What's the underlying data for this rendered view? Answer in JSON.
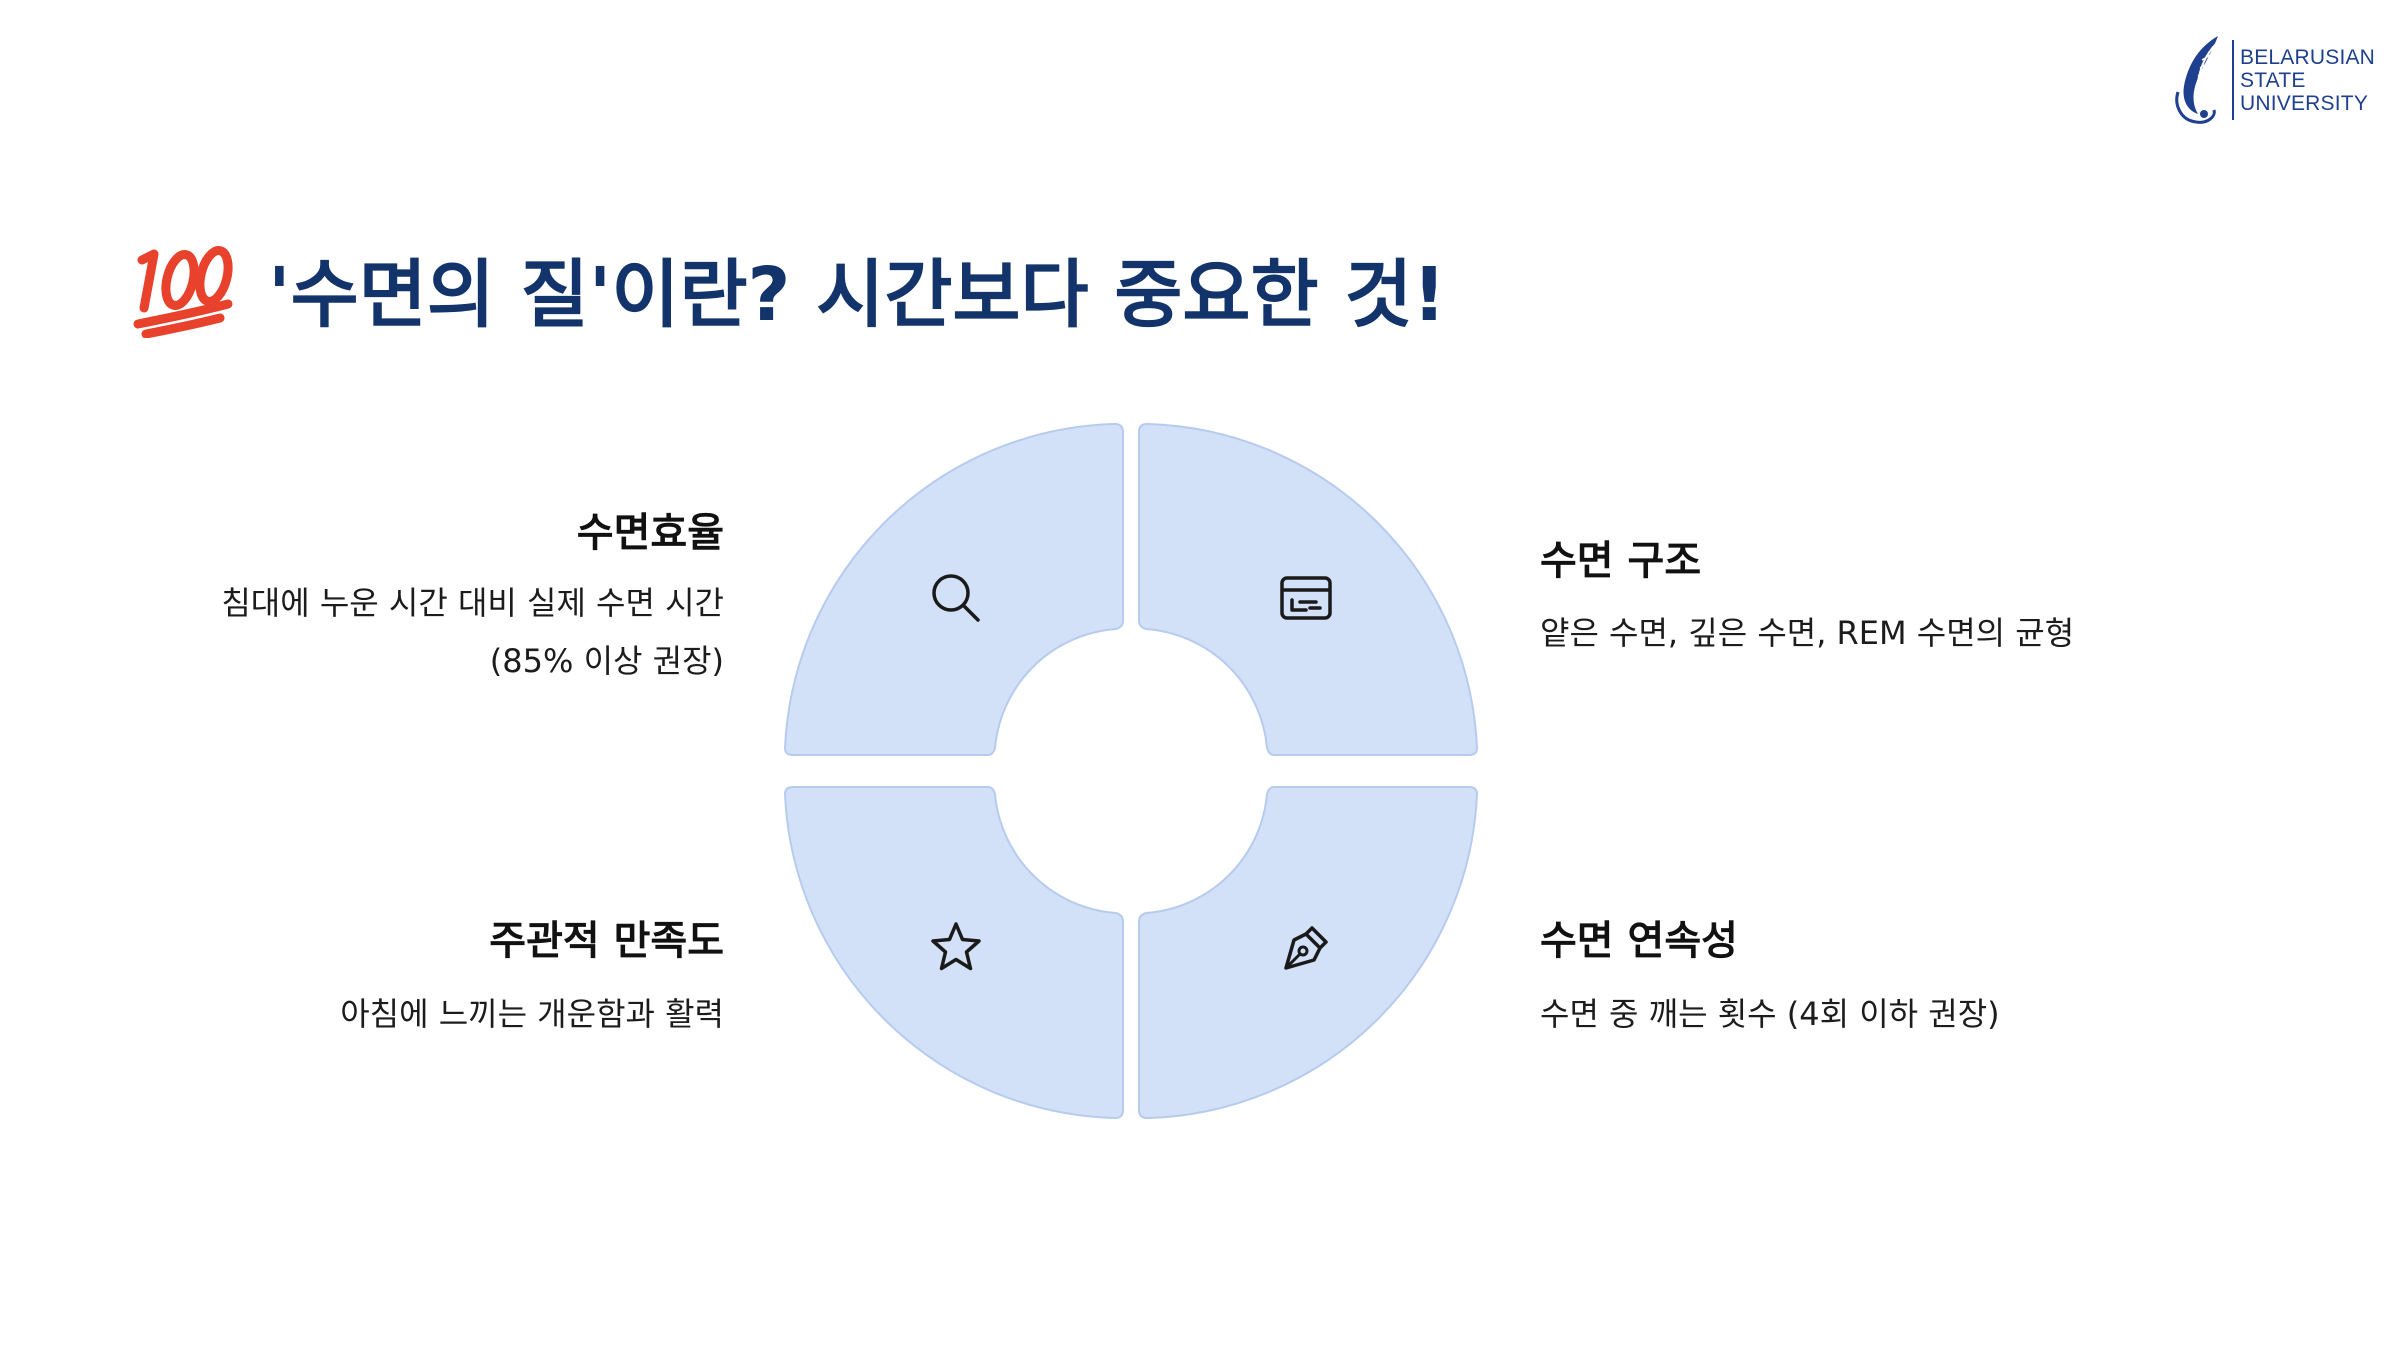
{
  "logo": {
    "line1": "BELARUSIAN",
    "line2": "STATE",
    "line3": "UNIVERSITY",
    "emblem_icon": "feather-emblem-icon",
    "color": "#1f3f8f"
  },
  "title": {
    "icon": "hundred-points-icon",
    "text": "'수면의 질'이란? 시간보다 중요한 것!",
    "color": "#12346b"
  },
  "diagram": {
    "fill": "#d3e1f8",
    "stroke": "#b6cbee",
    "quadrants": [
      {
        "position": "top-left",
        "icon": "search-icon"
      },
      {
        "position": "top-right",
        "icon": "id-card-icon"
      },
      {
        "position": "bottom-left",
        "icon": "star-icon"
      },
      {
        "position": "bottom-right",
        "icon": "pen-nib-icon"
      }
    ]
  },
  "items": {
    "efficiency": {
      "title": "수면효율",
      "desc_line1": "침대에 누운 시간 대비 실제 수면 시간",
      "desc_line2": "(85% 이상 권장)"
    },
    "structure": {
      "title": "수면 구조",
      "desc": "얕은 수면, 깊은 수면, REM 수면의 균형"
    },
    "satisfaction": {
      "title": "주관적 만족도",
      "desc": "아침에 느끼는 개운함과 활력"
    },
    "continuity": {
      "title": "수면 연속성",
      "desc": "수면 중 깨는 횟수 (4회 이하 권장)"
    }
  }
}
